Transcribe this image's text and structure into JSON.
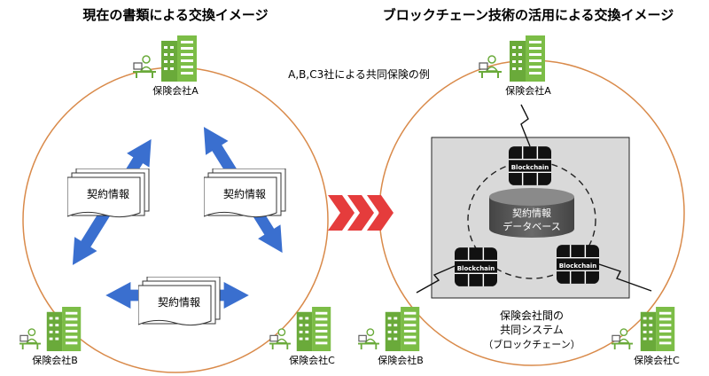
{
  "titles": {
    "left": "現在の書類による交換イメージ",
    "right": "ブロックチェーン技術の活用による交換イメージ"
  },
  "caption": "A,B,C3社による共同保険の例",
  "left": {
    "company_a": "保険会社A",
    "company_b": "保険会社B",
    "company_c": "保険会社C",
    "doc_label": "契約情報"
  },
  "right": {
    "company_a": "保険会社A",
    "company_b": "保険会社B",
    "company_c": "保険会社C",
    "blockchain_label": "Blockchain",
    "database_line1": "契約情報",
    "database_line2": "データベース",
    "system_line1": "保険会社間の",
    "system_line2": "共同システム",
    "system_line3": "（ブロックチェーン）"
  },
  "colors": {
    "circle": "#d98a4a",
    "building": "#6aaa3a",
    "arrow": "#3a6fcf",
    "chevron": "#e53c3c",
    "panel": "#d9d9d9",
    "database": "#555555"
  }
}
